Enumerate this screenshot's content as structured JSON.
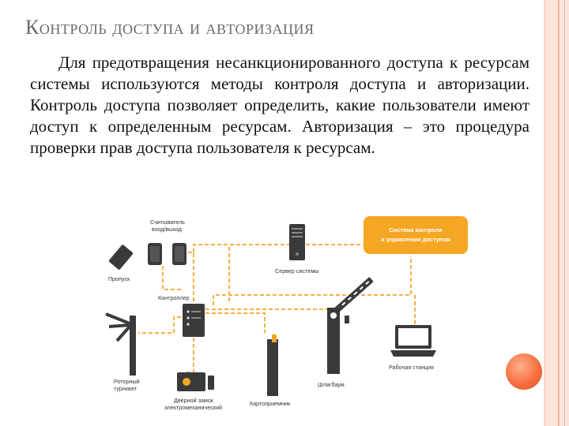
{
  "slide": {
    "title": "Контроль доступа и авторизация",
    "paragraph": "Для предотвращения несанкционированного доступа к ресурсам системы используются методы контроля доступа и авторизации. Контроль доступа позволяет определить, какие пользователи имеют доступ к определенным ресурсам. Авторизация – это процедура проверки прав доступа пользователя к ресурсам."
  },
  "diagram": {
    "labels": {
      "reader_line1": "Считыватель",
      "reader_line2": "вход/выход",
      "card": "Пропуск",
      "server": "Сервер системы",
      "acs_line1": "Система контроля",
      "acs_line2": "и управления доступом",
      "controller": "Контроллер",
      "turnstile_line1": "Роторный",
      "turnstile_line2": "турникет",
      "lock_line1": "Дверной замок",
      "lock_line2": "электромеханический",
      "card_collector": "Картоприемник",
      "barrier": "Шлагбаум",
      "workstation": "Рабочая станция"
    },
    "colors": {
      "device": "#3a3a3a",
      "accent": "#f5a623",
      "connection": "#f5b041"
    }
  }
}
